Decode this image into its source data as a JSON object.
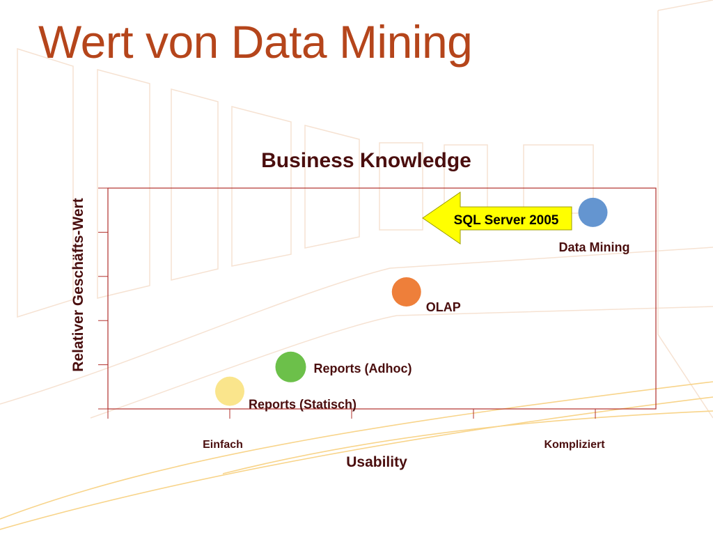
{
  "slide": {
    "title": "Wert von Data Mining"
  },
  "colors": {
    "title": "#B5451B",
    "chart_title": "#4A0E0E",
    "axis_frame": "#B0302B",
    "labels": "#4A0E0E",
    "callout_fill": "#FFFF00",
    "callout_text": "#000000"
  },
  "chart_data": {
    "type": "scatter",
    "title": "Business Knowledge",
    "xlabel": "Usability",
    "ylabel": "Relativer Geschäfts-Wert",
    "xlim": [
      0,
      4.5
    ],
    "ylim": [
      0,
      5
    ],
    "x_tick_labels": [
      {
        "x": 1,
        "label": "Einfach"
      },
      {
        "x": 4,
        "label": "Kompliziert"
      }
    ],
    "points": [
      {
        "name": "Reports (Statisch)",
        "x": 1.0,
        "y": 0.4,
        "color": "#FAE58C"
      },
      {
        "name": "Reports (Adhoc)",
        "x": 1.5,
        "y": 0.95,
        "color": "#6CC04A"
      },
      {
        "name": "OLAP",
        "x": 2.45,
        "y": 2.65,
        "color": "#EE7F3A"
      },
      {
        "name": "Data Mining",
        "x": 3.98,
        "y": 4.45,
        "color": "#6495D0"
      }
    ],
    "callout": {
      "text": "SQL Server 2005",
      "target": "Data Mining"
    },
    "grid": false,
    "legend": "none"
  }
}
